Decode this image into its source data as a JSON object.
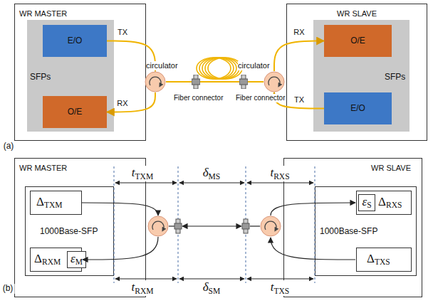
{
  "diagram": {
    "nodes": [
      {
        "text": [
          "WR MASTER"
        ]
      },
      {
        "text": [
          "SFPs"
        ],
        "in": 0
      },
      {
        "text": [
          "E/O"
        ],
        "in": 1
      },
      {
        "text": [
          "O/E"
        ],
        "in": 1
      },
      {
        "text": [
          "circulator"
        ]
      },
      {
        "text": [
          "Fiber connector"
        ]
      },
      {
        "text": [
          "Fiber connector"
        ]
      },
      {
        "text": [
          "circulator"
        ]
      },
      {
        "text": [
          "WR SLAVE"
        ]
      },
      {
        "text": [
          "SFPs"
        ],
        "in": 8
      },
      {
        "text": [
          "O/E"
        ],
        "in": 9
      },
      {
        "text": [
          "E/O"
        ],
        "in": 9
      },
      {
        "text": [
          "WR MASTER"
        ]
      },
      {
        "text": [
          "1000Base-SFP"
        ],
        "in": 12
      },
      {
        "text": [
          "ΔTXM"
        ],
        "in": 13
      },
      {
        "text": [
          "ΔRXM"
        ],
        "in": 13
      },
      {
        "text": [
          "εM"
        ],
        "in": 15
      },
      {
        "text": [
          "WR SLAVE"
        ]
      },
      {
        "text": [
          "1000Base-SFP"
        ],
        "in": 17
      },
      {
        "text": [
          "ΔRXS"
        ],
        "in": 18
      },
      {
        "text": [
          "εS"
        ],
        "in": 19
      },
      {
        "text": [
          "ΔTXS"
        ],
        "in": 18
      }
    ],
    "edges": [
      {
        "from": 2,
        "to": 4,
        "arrow": "to",
        "label": "TX"
      },
      {
        "from": 4,
        "to": 3,
        "arrow": "to",
        "label": "RX"
      },
      {
        "from": 4,
        "to": 5,
        "arrow": "none"
      },
      {
        "from": 5,
        "to": 6,
        "arrow": "none"
      },
      {
        "from": 6,
        "to": 7,
        "arrow": "none"
      },
      {
        "from": 7,
        "to": 10,
        "arrow": "to",
        "label": "RX"
      },
      {
        "from": 11,
        "to": 7,
        "arrow": "to",
        "label": "TX"
      }
    ],
    "labels": [
      "(a)",
      "(b)",
      "tTXM",
      "δMS",
      "tRXS",
      "tRXM",
      "δSM",
      "tTXS"
    ]
  }
}
